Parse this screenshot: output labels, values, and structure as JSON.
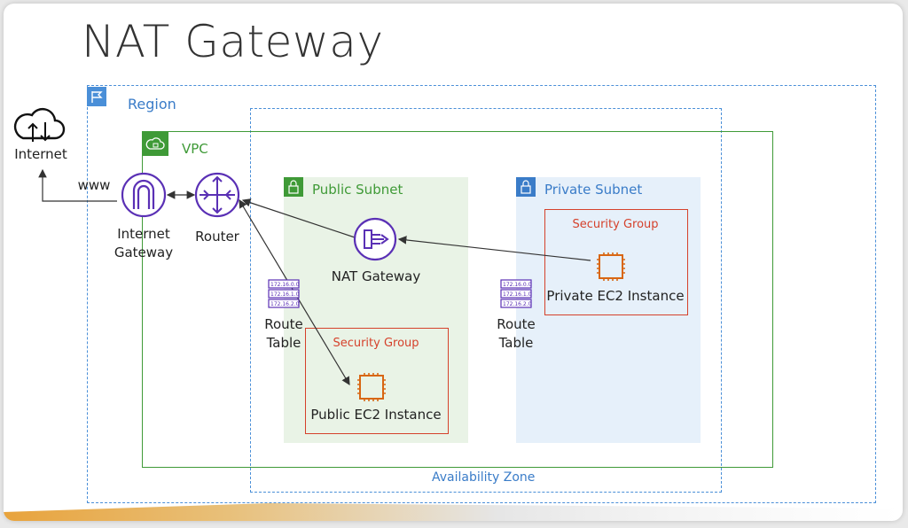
{
  "title": "NAT Gateway",
  "region": {
    "label": "Region"
  },
  "vpc": {
    "label": "VPC"
  },
  "availability_zone": {
    "label": "Availability Zone"
  },
  "internet": {
    "label": "Internet",
    "link_label": "www"
  },
  "internet_gateway": {
    "label_line1": "Internet",
    "label_line2": "Gateway"
  },
  "router": {
    "label": "Router"
  },
  "public_subnet": {
    "label": "Public Subnet",
    "nat_gateway_label": "NAT Gateway",
    "route_table": {
      "line1": "Route",
      "line2": "Table",
      "entries": [
        "172.16.0.0",
        "172.16.1.0",
        "172.16.2.0"
      ]
    },
    "security_group_label": "Security Group",
    "instance_label": "Public EC2 Instance"
  },
  "private_subnet": {
    "label": "Private Subnet",
    "route_table": {
      "line1": "Route",
      "line2": "Table",
      "entries": [
        "172.16.0.0",
        "172.16.1.0",
        "172.16.2.0"
      ]
    },
    "security_group_label": "Security Group",
    "instance_label": "Private EC2 Instance"
  },
  "colors": {
    "region_blue": "#4a8fd8",
    "vpc_green": "#3f9a37",
    "public_subnet_green": "#3f9a37",
    "private_subnet_blue": "#3a7cc8",
    "security_red": "#d5412b",
    "ec2_orange": "#d86613",
    "network_purple": "#5a30b5",
    "ribbon_orange": "#e8a33c"
  },
  "icons": {
    "region": "flag-icon",
    "internet": "cloud-upload-download-icon",
    "vpc": "cloud-lock-icon",
    "internet_gateway": "internet-gateway-icon",
    "router": "router-icon",
    "nat_gateway": "nat-gateway-icon",
    "subnet": "padlock-icon",
    "ec2": "chip-icon",
    "route_table": "route-table-icon"
  }
}
